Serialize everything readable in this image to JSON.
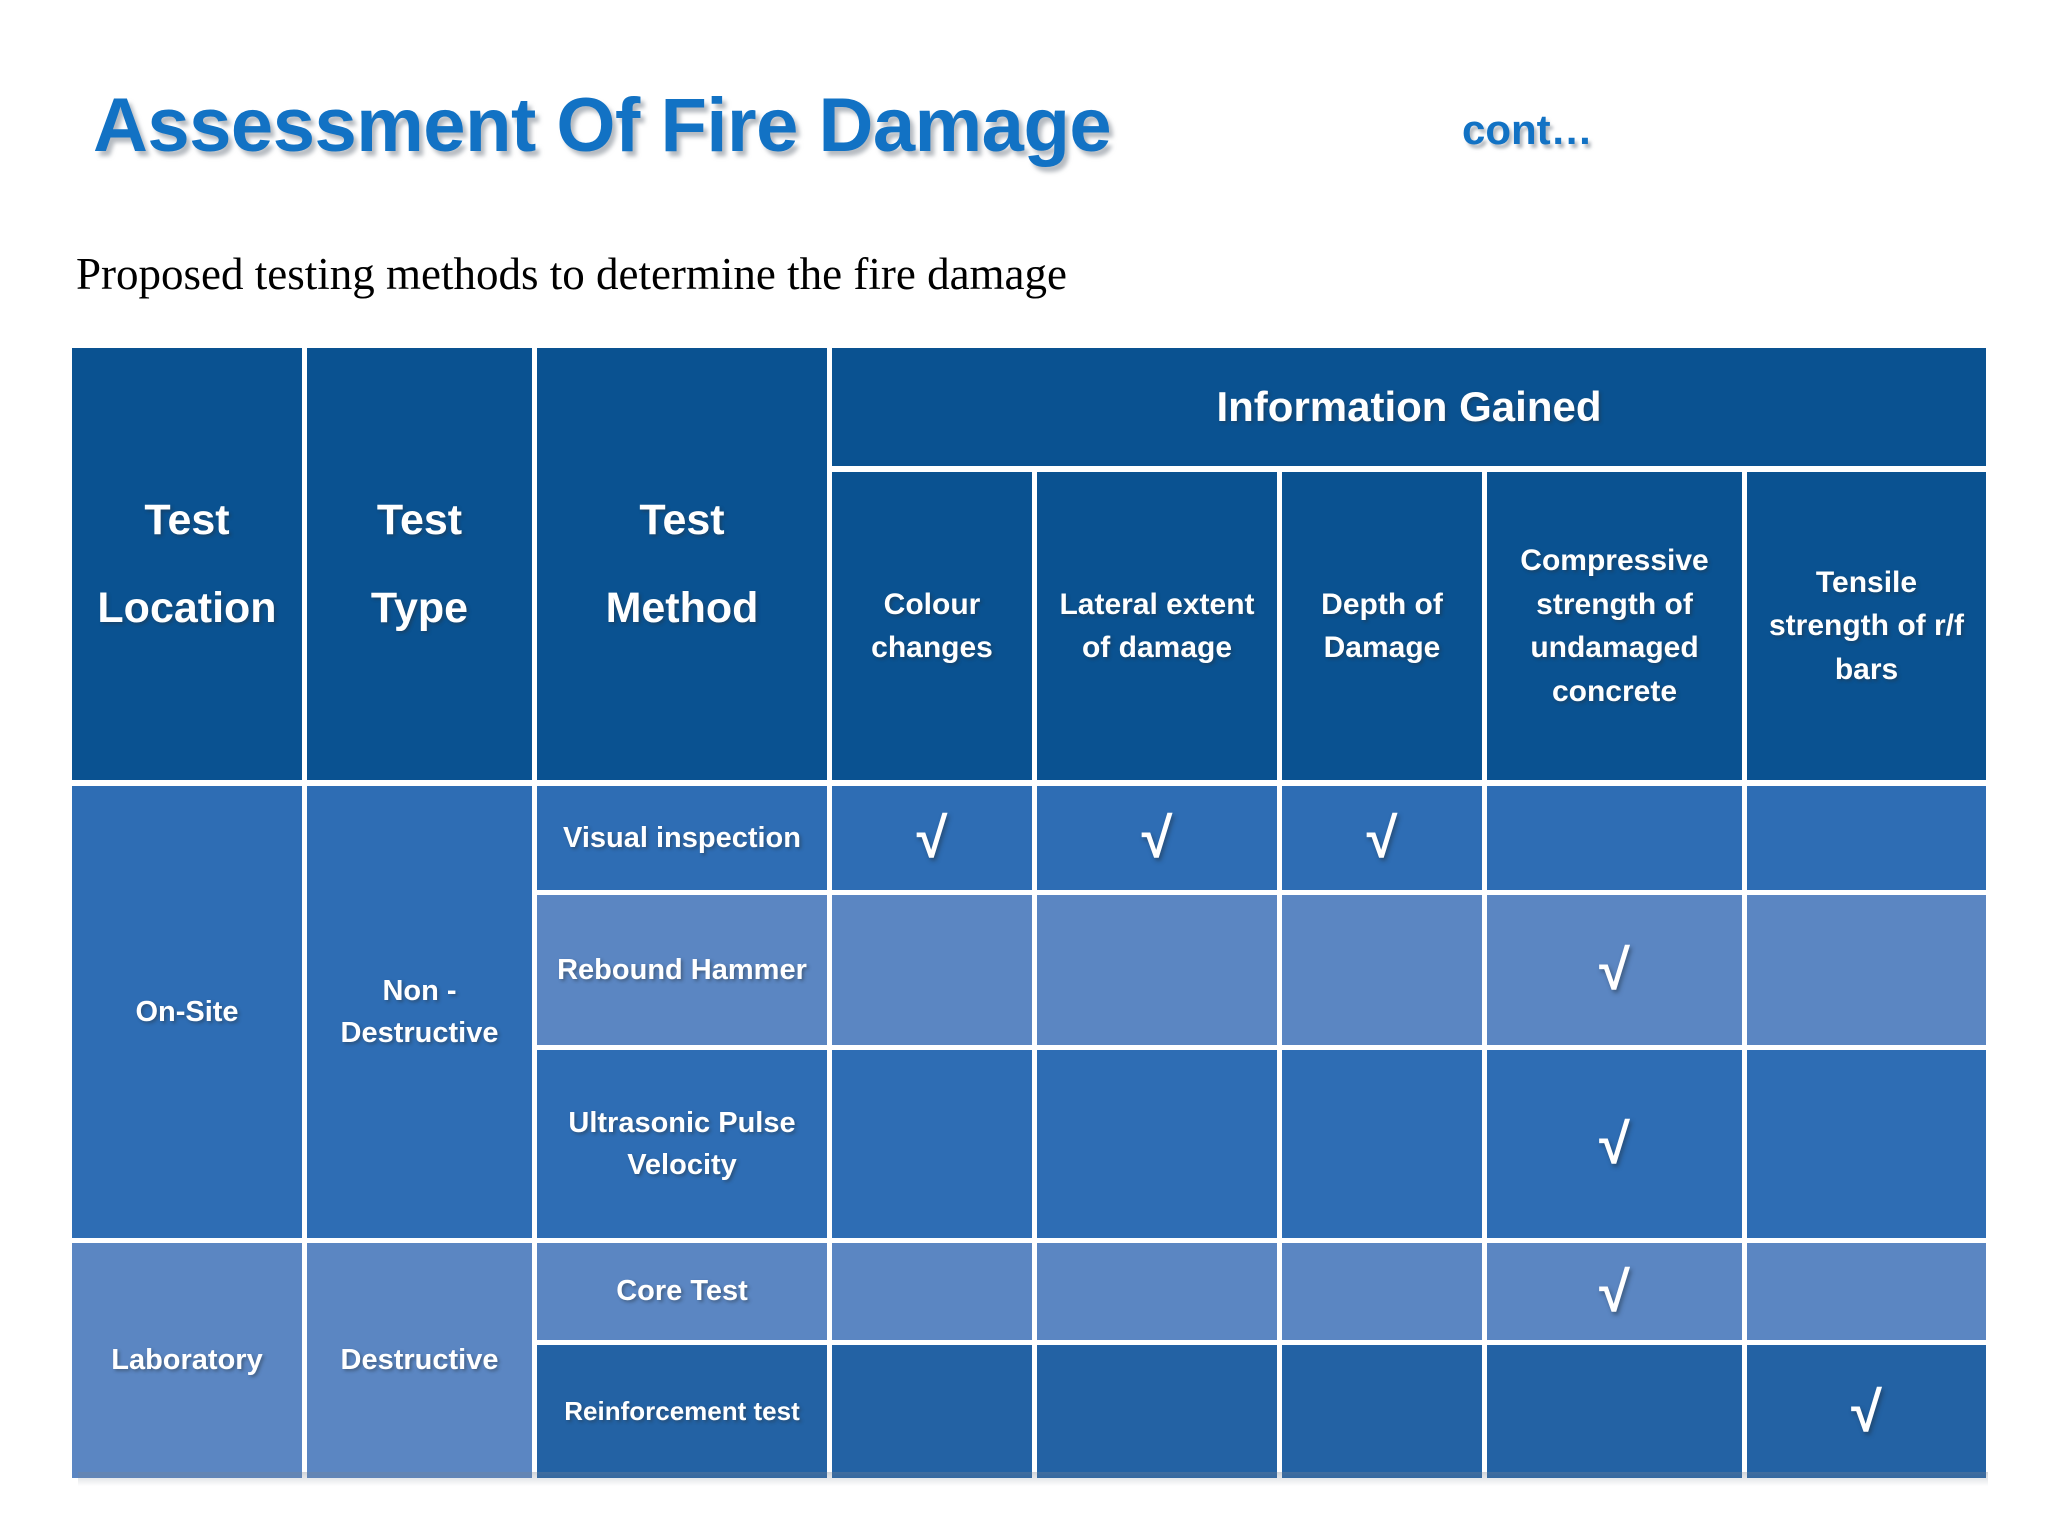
{
  "slide": {
    "title": "Assessment Of Fire Damage",
    "title_continuation": "cont…",
    "subtitle": "Proposed testing methods to determine the fire damage",
    "title_color": "#1272C4"
  },
  "table": {
    "colors": {
      "header": "#0A5291",
      "row_dark": "#2E6DB4",
      "row_light": "#5B86C2",
      "row_deep": "#2362A4",
      "text": "#FFFFFF"
    },
    "headers": {
      "test_location": "Test\nLocation",
      "test_location_line1": "Test",
      "test_location_line2": "Location",
      "test_type_line1": "Test",
      "test_type_line2": "Type",
      "test_method_line1": "Test",
      "test_method_line2": "Method",
      "group": "Information Gained",
      "sub_columns": [
        "Colour changes",
        "Lateral extent of damage",
        "Depth of Damage",
        "Compressive strength of undamaged concrete",
        "Tensile strength of r/f bars"
      ]
    },
    "groups": [
      {
        "location": "On-Site",
        "type": "Non - Destructive",
        "rows": [
          {
            "method": "Visual inspection",
            "marks": [
              true,
              true,
              true,
              false,
              false
            ],
            "shade": "dark"
          },
          {
            "method": "Rebound Hammer",
            "marks": [
              false,
              false,
              false,
              true,
              false
            ],
            "shade": "light"
          },
          {
            "method": "Ultrasonic Pulse Velocity",
            "marks": [
              false,
              false,
              false,
              true,
              false
            ],
            "shade": "dark"
          }
        ]
      },
      {
        "location": "Laboratory",
        "type": "Destructive",
        "rows": [
          {
            "method": "Core Test",
            "marks": [
              false,
              false,
              false,
              true,
              false
            ],
            "shade": "light"
          },
          {
            "method": "Reinforcement test",
            "marks": [
              false,
              false,
              false,
              false,
              true
            ],
            "shade": "deep"
          }
        ]
      }
    ],
    "check_glyph": "√"
  }
}
